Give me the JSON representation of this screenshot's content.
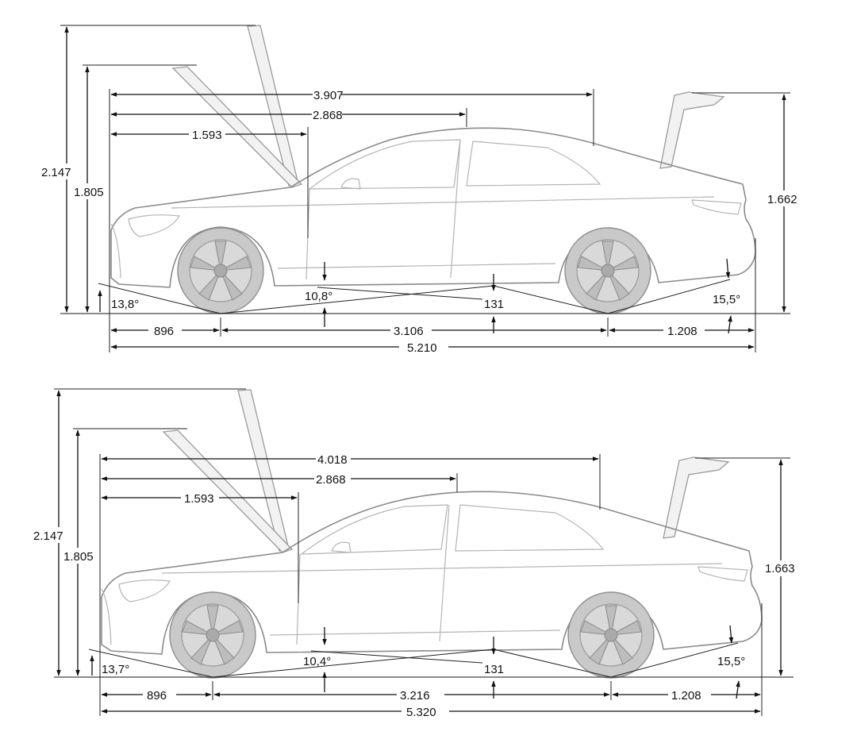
{
  "diagrams": [
    {
      "height_total_hood_open": "2.147",
      "height_total_trunk_open": "1.805",
      "len_to_trunk_hinge": "3.907",
      "len_to_roof_rear": "2.868",
      "len_to_hood_hinge": "1.593",
      "height": "1.662",
      "approach_angle": "13,8°",
      "breakover_angle": "10,8°",
      "ground_clearance": "131",
      "departure_angle": "15,5°",
      "front_overhang": "896",
      "wheelbase": "3.106",
      "rear_overhang": "1.208",
      "length": "5.210"
    },
    {
      "height_total_hood_open": "2.147",
      "height_total_trunk_open": "1.805",
      "len_to_trunk_hinge": "4.018",
      "len_to_roof_rear": "2.868",
      "len_to_hood_hinge": "1.593",
      "height": "1.663",
      "approach_angle": "13,7°",
      "breakover_angle": "10,4°",
      "ground_clearance": "131",
      "departure_angle": "15,5°",
      "front_overhang": "896",
      "wheelbase": "3.216",
      "rear_overhang": "1.208",
      "length": "5.320"
    }
  ]
}
